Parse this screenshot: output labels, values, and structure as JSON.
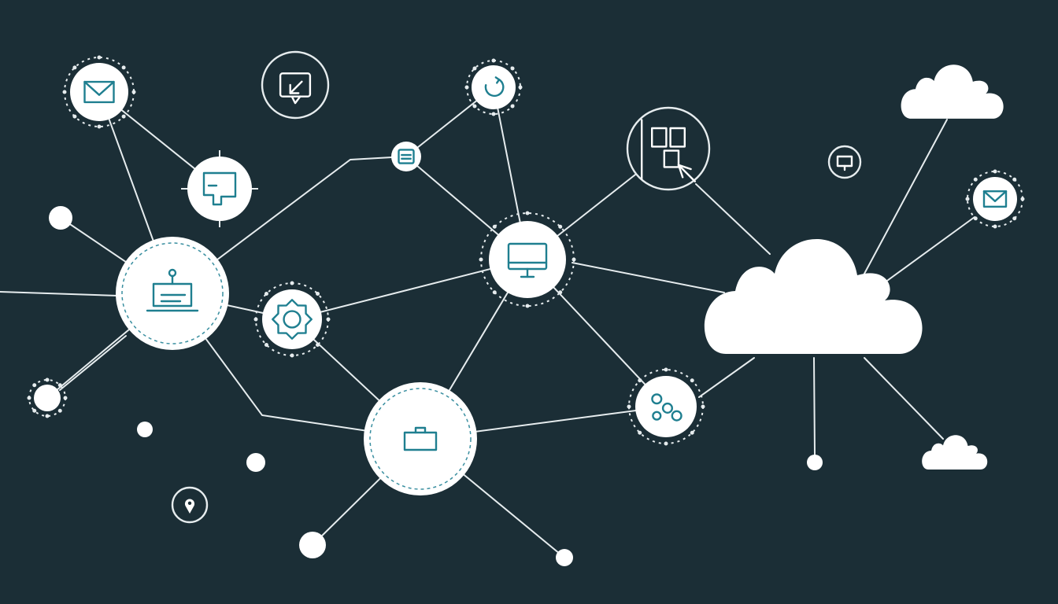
{
  "colors": {
    "background": "#1b2e36",
    "node_fill": "#ffffff",
    "edge": "#e6ecee",
    "icon_stroke": "#1f7f90",
    "icon_stroke_light": "#ffffff",
    "accent_dash": "#3a8fa0"
  },
  "diagram": {
    "type": "network-topology",
    "nodes": [
      {
        "id": "email-left",
        "kind": "icon-node",
        "icon": "envelope-icon"
      },
      {
        "id": "tablet",
        "kind": "outline-node",
        "icon": "tablet-cursor-icon"
      },
      {
        "id": "sync",
        "kind": "icon-node",
        "icon": "refresh-icon"
      },
      {
        "id": "doc-chip",
        "kind": "icon-node",
        "icon": "document-icon"
      },
      {
        "id": "panel",
        "kind": "icon-node",
        "icon": "screen-panel-icon"
      },
      {
        "id": "connector",
        "kind": "outline-node",
        "icon": "connector-icon"
      },
      {
        "id": "laptop",
        "kind": "hub-node",
        "icon": "laptop-icon"
      },
      {
        "id": "gear",
        "kind": "icon-node",
        "icon": "gear-icon"
      },
      {
        "id": "monitor",
        "kind": "hub-node",
        "icon": "monitor-icon"
      },
      {
        "id": "briefcase",
        "kind": "hub-node",
        "icon": "briefcase-icon"
      },
      {
        "id": "network",
        "kind": "icon-node",
        "icon": "share-network-icon"
      },
      {
        "id": "cloud-main",
        "kind": "cloud",
        "icon": "cloud-icon"
      },
      {
        "id": "cloud-top",
        "kind": "cloud",
        "icon": "cloud-icon"
      },
      {
        "id": "cloud-small",
        "kind": "cloud",
        "icon": "cloud-icon"
      },
      {
        "id": "monitor-small",
        "kind": "outline-node",
        "icon": "monitor-small-icon"
      },
      {
        "id": "email-right",
        "kind": "icon-node",
        "icon": "envelope-icon"
      },
      {
        "id": "location",
        "kind": "outline-node",
        "icon": "map-pin-icon"
      },
      {
        "id": "dot-a",
        "kind": "dot"
      },
      {
        "id": "dot-b",
        "kind": "dot"
      },
      {
        "id": "dot-c",
        "kind": "dot"
      },
      {
        "id": "dot-d",
        "kind": "dot"
      },
      {
        "id": "dot-e",
        "kind": "dot"
      },
      {
        "id": "dot-f",
        "kind": "dot"
      },
      {
        "id": "dot-g",
        "kind": "dot"
      }
    ],
    "edges": [
      [
        "email-left",
        "laptop"
      ],
      [
        "email-left",
        "panel"
      ],
      [
        "dot-a",
        "laptop"
      ],
      [
        "laptop",
        "doc-chip"
      ],
      [
        "doc-chip",
        "sync"
      ],
      [
        "doc-chip",
        "monitor"
      ],
      [
        "sync",
        "monitor"
      ],
      [
        "laptop",
        "gear"
      ],
      [
        "gear",
        "monitor"
      ],
      [
        "gear",
        "briefcase"
      ],
      [
        "laptop",
        "dot-b"
      ],
      [
        "laptop",
        "briefcase"
      ],
      [
        "monitor",
        "connector"
      ],
      [
        "monitor",
        "briefcase"
      ],
      [
        "monitor",
        "network"
      ],
      [
        "monitor",
        "cloud-main"
      ],
      [
        "connector",
        "cloud-main"
      ],
      [
        "briefcase",
        "network"
      ],
      [
        "briefcase",
        "dot-e"
      ],
      [
        "briefcase",
        "dot-f"
      ],
      [
        "network",
        "cloud-main"
      ],
      [
        "cloud-main",
        "cloud-top"
      ],
      [
        "cloud-main",
        "email-right"
      ],
      [
        "cloud-main",
        "dot-g"
      ],
      [
        "cloud-main",
        "cloud-small"
      ]
    ]
  }
}
